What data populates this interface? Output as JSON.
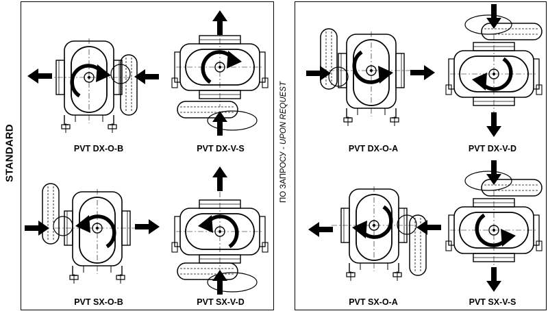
{
  "labels": {
    "standard": "STANDARD",
    "upon_request_ru": "ПО ЗАПРОСУ - ",
    "upon_request_en": "UPON REQUEST"
  },
  "captions": {
    "dx_o_b": "PVT DX-O-B",
    "dx_v_s": "PVT DX-V-S",
    "sx_o_b": "PVT SX-O-B",
    "sx_v_d": "PVT SX-V-D",
    "dx_o_a": "PVT DX-O-A",
    "dx_v_d": "PVT DX-V-D",
    "sx_o_a": "PVT SX-O-A",
    "sx_v_s": "PVT SX-V-S"
  }
}
